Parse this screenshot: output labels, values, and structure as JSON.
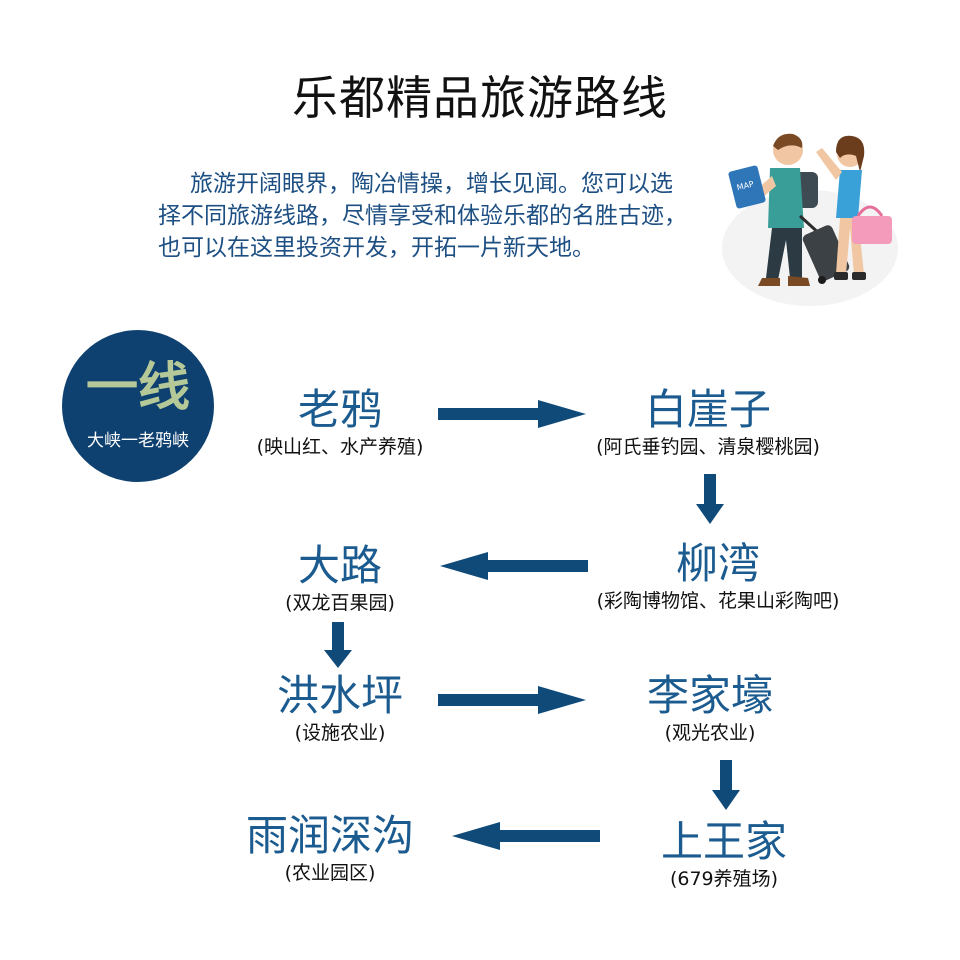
{
  "title": "乐都精品旅游路线",
  "intro": {
    "line1": "旅游开阔眼界，陶冶情操，增长见闻。您可以选",
    "line2": "择不同旅游线路，尽情享受和体验乐都的名胜古迹，",
    "line3": "也可以在这里投资开发，开拓一片新天地。"
  },
  "badge": {
    "title": "一线",
    "subtitle": "大峡一老鸦峡"
  },
  "nodes": [
    {
      "name": "老鸦",
      "desc": "(映山红、水产养殖)"
    },
    {
      "name": "白崖子",
      "desc": "(阿氏垂钓园、清泉樱桃园)"
    },
    {
      "name": "柳湾",
      "desc": "(彩陶博物馆、花果山彩陶吧)"
    },
    {
      "name": "大路",
      "desc": "(双龙百果园)"
    },
    {
      "name": "洪水坪",
      "desc": "(设施农业)"
    },
    {
      "name": "李家壕",
      "desc": "(观光农业)"
    },
    {
      "name": "上王家",
      "desc": "(679养殖场)"
    },
    {
      "name": "雨润深沟",
      "desc": "(农业园区)"
    }
  ],
  "illustration": {
    "map_label": "MAP"
  },
  "colors": {
    "accent": "#1b5b8f",
    "arrow": "#0f4a79",
    "badge": "#0f4170",
    "badge_text": "#b5c898"
  }
}
